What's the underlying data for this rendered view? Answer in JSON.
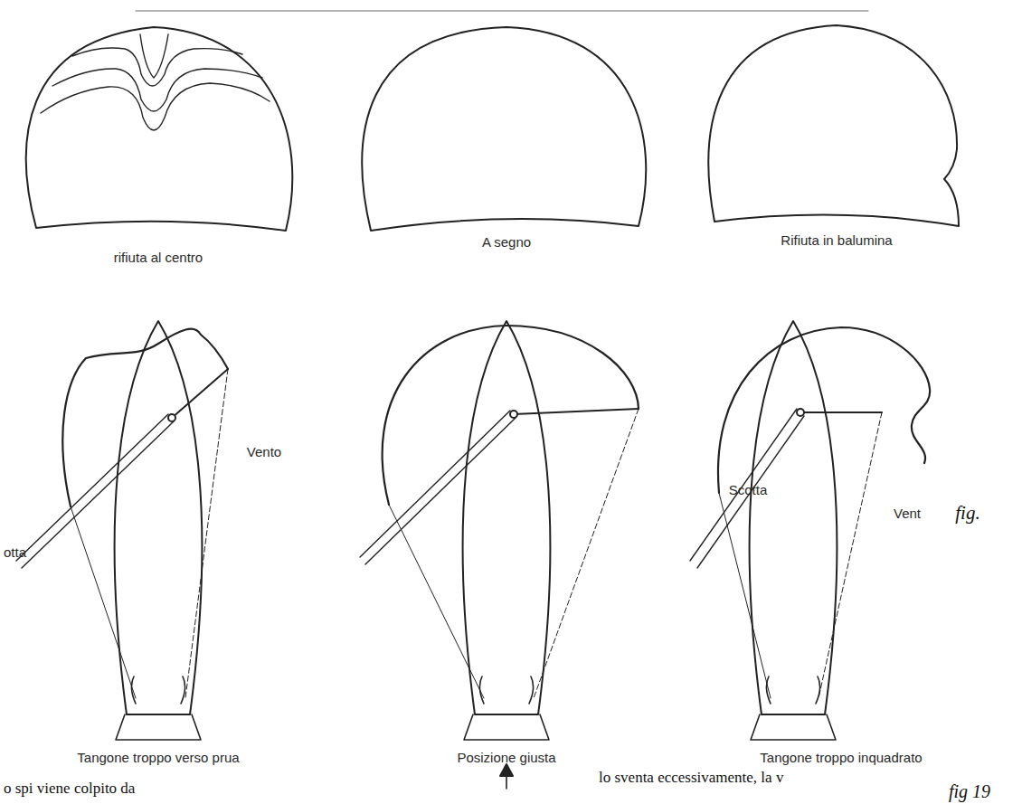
{
  "diagram": {
    "caption": "fig 19",
    "labels": [
      "rifiuta al centro",
      "A segno",
      "Rifiuta in balumina",
      "Vento",
      "otta",
      "Scotta",
      "Vent",
      "fig.",
      "Tangone troppo verso prua",
      "Posizione giusta",
      "Tangone troppo inquadrato",
      "o spi viene colpito da",
      "lo sventa eccessivamente, la v"
    ]
  }
}
